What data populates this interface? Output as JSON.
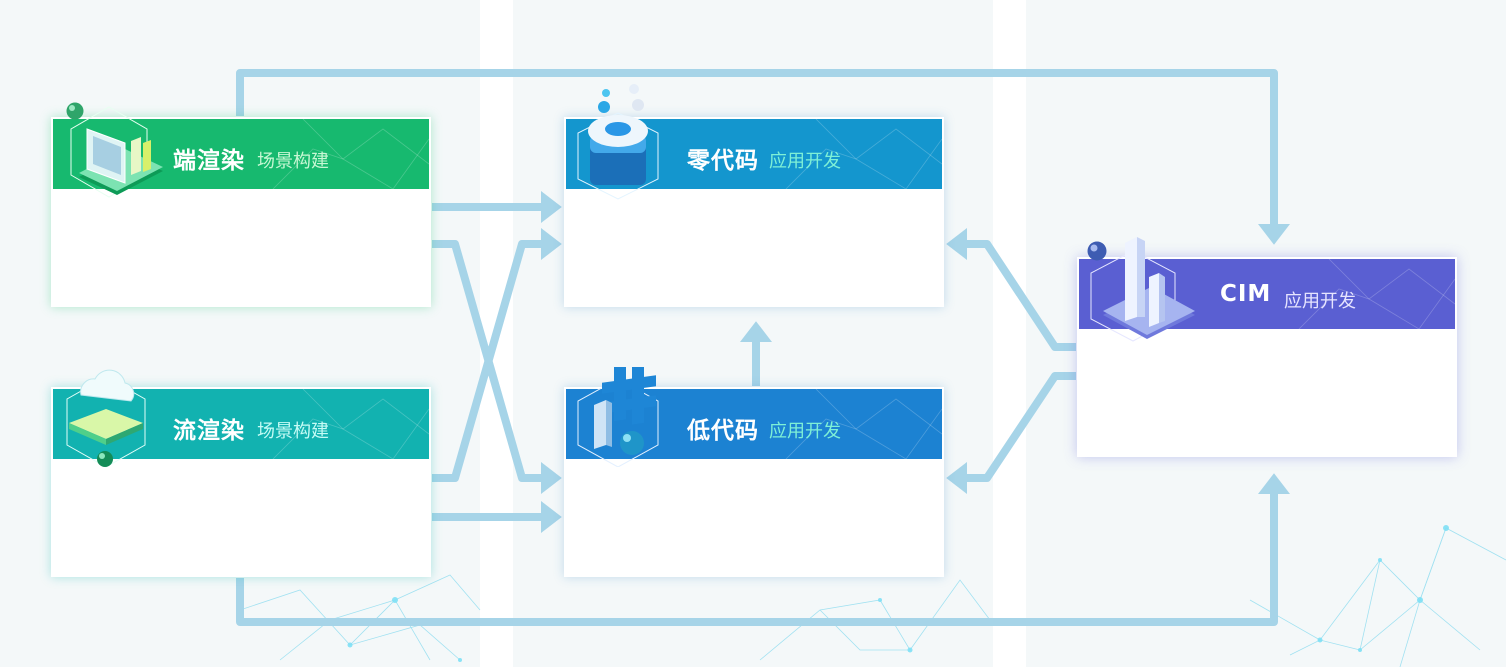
{
  "colors": {
    "connector": "#a6d4e8",
    "end_render_header": "#17b96f",
    "stream_render_header": "#12b2b0",
    "zero_code_header": "#1496ce",
    "low_code_header": "#1c82d2",
    "cim_header": "#5a5fd2",
    "subtitle_green": "#c6f7d3",
    "subtitle_teal": "#c4fbf5",
    "subtitle_mint": "#7ef0d6",
    "subtitle_cim": "#e6e4ff"
  },
  "nodes": {
    "end_render": {
      "title": "端渲染",
      "subtitle": "场景构建",
      "icon": "monitor-icon"
    },
    "stream_render": {
      "title": "流渲染",
      "subtitle": "场景构建",
      "icon": "cloud-platform-icon"
    },
    "zero_code": {
      "title": "零代码",
      "subtitle": "应用开发",
      "icon": "gear-cube-icon"
    },
    "low_code": {
      "title": "低代码",
      "subtitle": "应用开发",
      "icon": "hash-cube-icon"
    },
    "cim": {
      "title": "CIM",
      "subtitle": "应用开发",
      "icon": "city-buildings-icon"
    }
  },
  "edges": [
    {
      "from": "end_render",
      "to": "zero_code"
    },
    {
      "from": "end_render",
      "to": "low_code"
    },
    {
      "from": "stream_render",
      "to": "zero_code"
    },
    {
      "from": "stream_render",
      "to": "low_code"
    },
    {
      "from": "low_code",
      "to": "zero_code"
    },
    {
      "from": "cim",
      "to": "zero_code"
    },
    {
      "from": "cim",
      "to": "low_code"
    },
    {
      "from": "end_render",
      "to": "cim"
    },
    {
      "from": "stream_render",
      "to": "cim"
    }
  ]
}
